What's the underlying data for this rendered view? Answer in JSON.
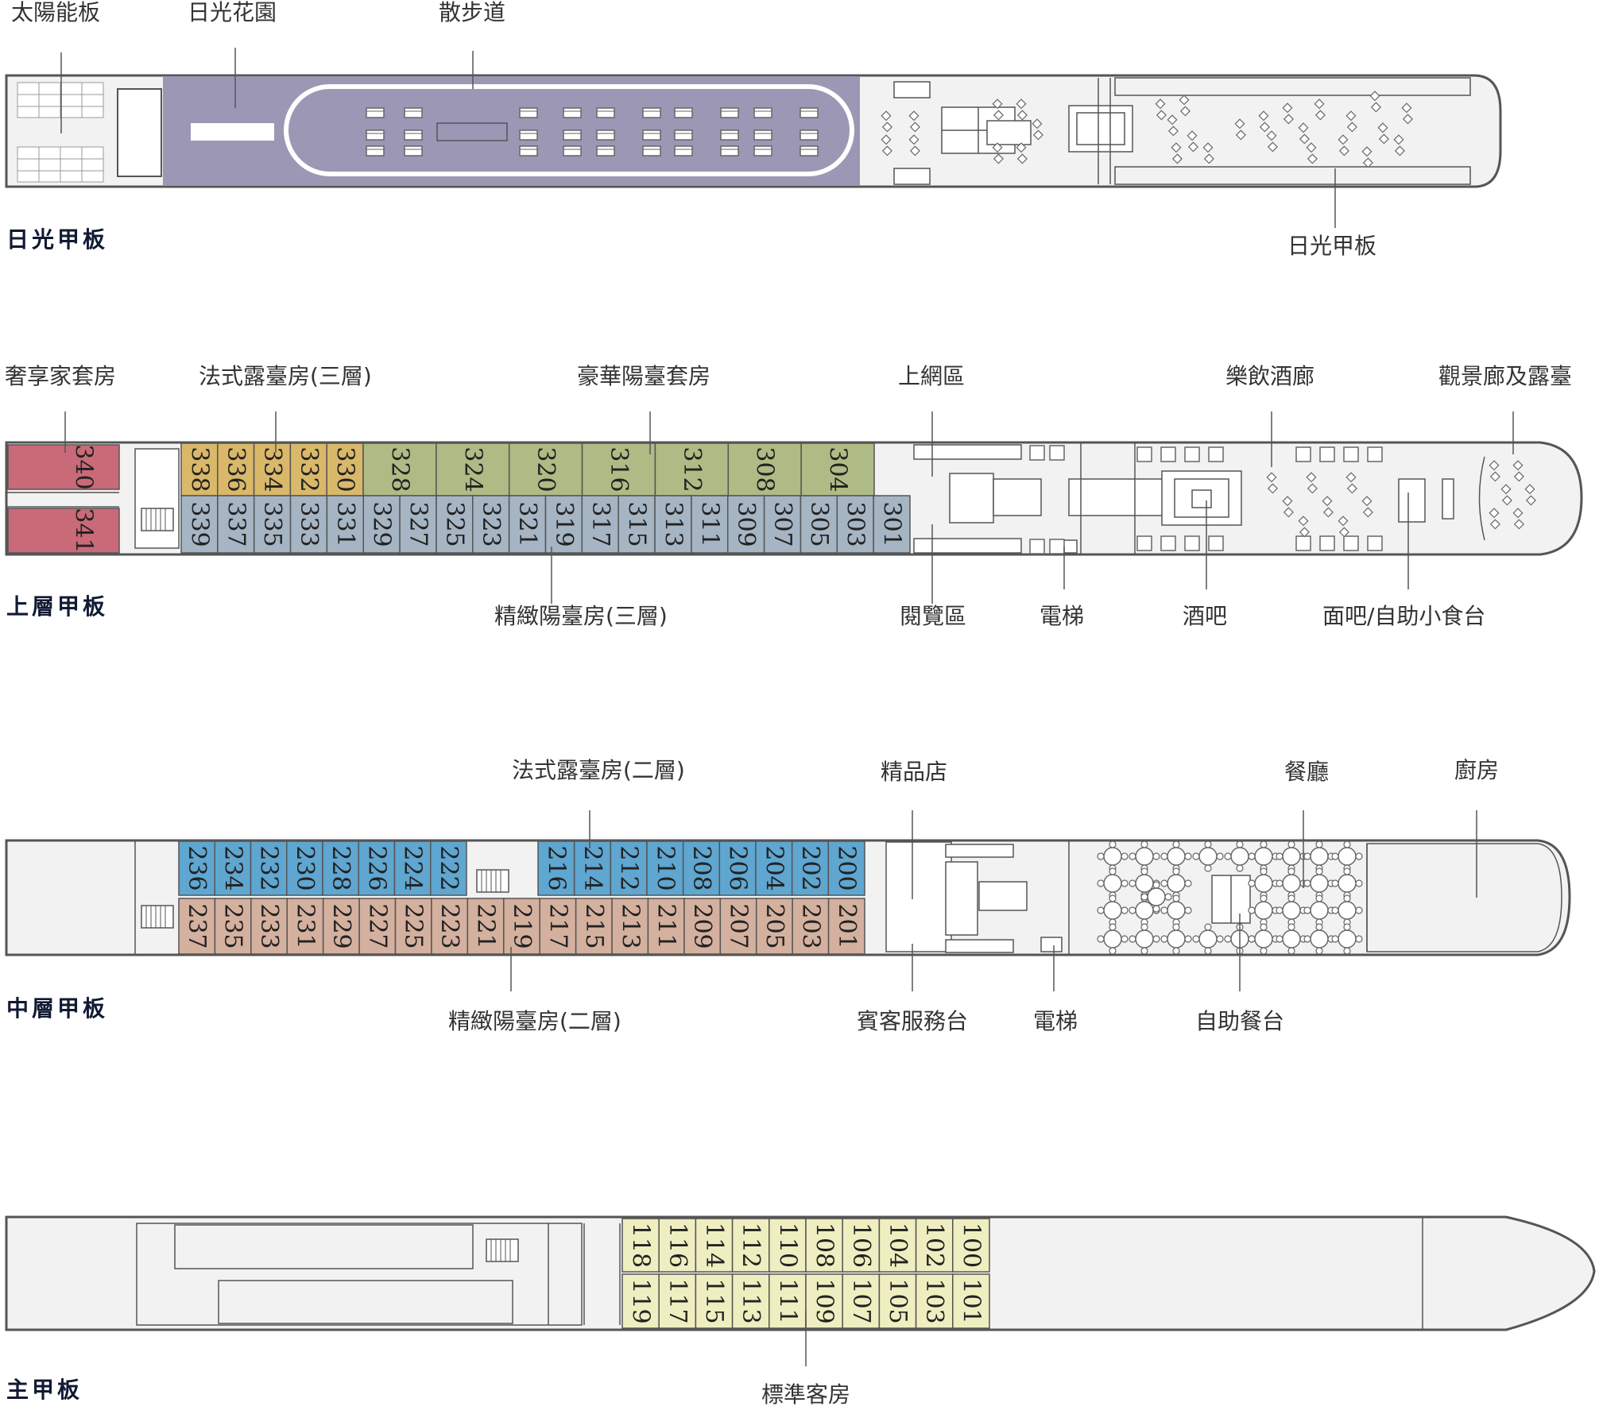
{
  "colors": {
    "sundeck_garden": "#9b97b5",
    "owner_suite": "#c96a78",
    "french_balcony_3": "#d9b86a",
    "luxury_balcony_suite": "#aebb85",
    "boutique_balcony_3": "#a6b5c4",
    "french_balcony_2": "#5fa6d1",
    "boutique_balcony_2": "#d4b09f",
    "standard_cabin": "#efeec0",
    "hull": "#f2f2f2",
    "outline": "#555555"
  },
  "sun_deck": {
    "deck_name": "日光甲板",
    "labels": {
      "solar": "太陽能板",
      "garden": "日光花園",
      "walkway": "散步道",
      "sundeck_area": "日光甲板"
    }
  },
  "upper_deck": {
    "deck_name": "上層甲板",
    "labels": {
      "owner_suite": "奢享家套房",
      "french_balcony": "法式露臺房(三層)",
      "luxury_suite": "豪華陽臺套房",
      "internet": "上網區",
      "bar_lounge": "樂飲酒廊",
      "observation": "觀景廊及露臺",
      "boutique_balcony": "精緻陽臺房(三層)",
      "reading": "閱覽區",
      "elevator": "電梯",
      "bar": "酒吧",
      "noodle_bar": "面吧/自助小食台"
    },
    "owner_cabins": [
      "340",
      "341"
    ],
    "french_cabins": [
      "338",
      "336",
      "334",
      "332",
      "330"
    ],
    "suite_cabins": [
      "328",
      "324",
      "320",
      "316",
      "312",
      "308",
      "304"
    ],
    "lower_cabins": [
      "339",
      "337",
      "335",
      "333",
      "331",
      "329",
      "327",
      "325",
      "323",
      "321",
      "319",
      "317",
      "315",
      "313",
      "311",
      "309",
      "307",
      "305",
      "303",
      "301"
    ]
  },
  "middle_deck": {
    "deck_name": "中層甲板",
    "labels": {
      "french_balcony": "法式露臺房(二層)",
      "shop": "精品店",
      "restaurant": "餐廳",
      "kitchen": "廚房",
      "boutique_balcony": "精緻陽臺房(二層)",
      "reception": "賓客服務台",
      "elevator": "電梯",
      "buffet": "自助餐台"
    },
    "top_left_cabins": [
      "236",
      "234",
      "232",
      "230",
      "228",
      "226",
      "224",
      "222"
    ],
    "top_right_cabins": [
      "216",
      "214",
      "212",
      "210",
      "208",
      "206",
      "204",
      "202",
      "200"
    ],
    "lower_cabins": [
      "237",
      "235",
      "233",
      "231",
      "229",
      "227",
      "225",
      "223",
      "221",
      "219",
      "217",
      "215",
      "213",
      "211",
      "209",
      "207",
      "205",
      "203",
      "201"
    ]
  },
  "main_deck": {
    "deck_name": "主甲板",
    "labels": {
      "standard": "標準客房"
    },
    "top_cabins": [
      "118",
      "116",
      "114",
      "112",
      "110",
      "108",
      "106",
      "104",
      "102",
      "100"
    ],
    "lower_cabins": [
      "119",
      "117",
      "115",
      "113",
      "111",
      "109",
      "107",
      "105",
      "103",
      "101"
    ]
  }
}
